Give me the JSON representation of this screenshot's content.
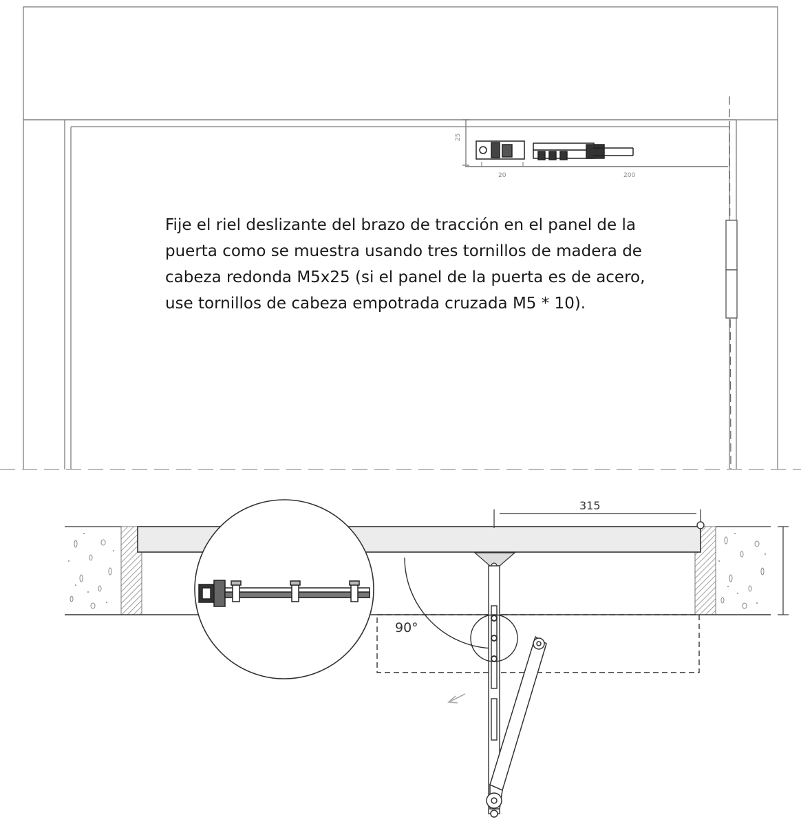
{
  "instruction": {
    "lines": [
      "Fije el riel deslizante del brazo de tracción en el panel de la",
      "puerta como se muestra usando tres tornillos de madera de",
      "cabeza redonda M5x25 (si el panel de la puerta es de acero,",
      "use tornillos de cabeza empotrada cruzada M5 * 10)."
    ]
  },
  "front_view": {
    "dim_vertical": "25",
    "dim_left": "20",
    "dim_right": "200"
  },
  "plan_view": {
    "dim_top": "315",
    "angle_label": "90°"
  }
}
